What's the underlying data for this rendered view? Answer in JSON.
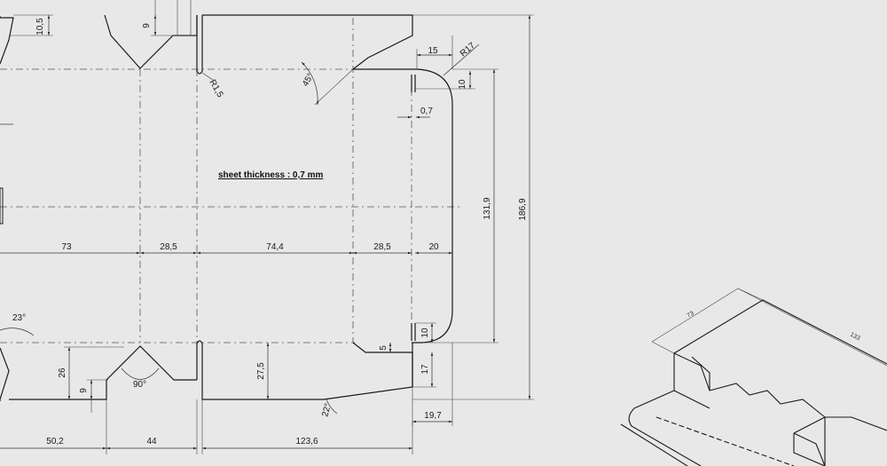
{
  "note": "sheet thickness : 0,7 mm",
  "dims": {
    "d10_5": "10,5",
    "d9_top": "9",
    "d15": "15",
    "r17": "R17",
    "d10_top": "10",
    "r1_5": "R1,5",
    "a45": "45°",
    "d0_7": "0,7",
    "d131_9": "131,9",
    "d186_9": "186,9",
    "d73": "73",
    "d28_5_left": "28,5",
    "d74_4": "74,4",
    "d28_5_right": "28,5",
    "d20": "20",
    "a23": "23°",
    "d26": "26",
    "d9_bottom": "9",
    "a90": "90°",
    "d27_5": "27,5",
    "d5": "5",
    "d10_bottom": "10",
    "d17": "17",
    "a22": "22°",
    "d19_7": "19,7",
    "d50_2": "50,2",
    "d44": "44",
    "d123_6": "123,6"
  },
  "iso": {
    "d73": "73",
    "d133": "133"
  }
}
